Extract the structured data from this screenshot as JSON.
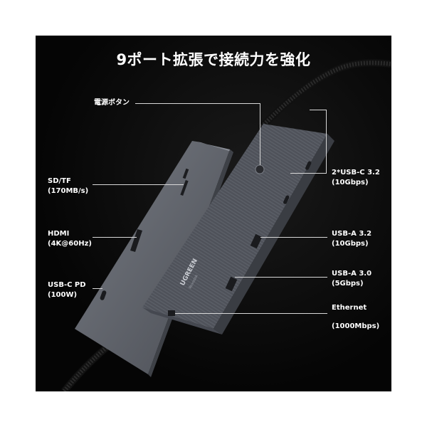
{
  "title": "9ポート拡張で接続力を強化",
  "brand": {
    "logo_text": "UGREEN",
    "sub_text": "Revodok"
  },
  "labels": {
    "power_button": "電源ボタン",
    "sd_tf": "SD/TF",
    "sd_tf_speed": "(170MB/s)",
    "hdmi": "HDMI",
    "hdmi_spec": "(4K@60Hz)",
    "usb_c_pd": "USB-C PD",
    "usb_c_pd_power": "(100W)",
    "usb_c_32": "2*USB-C 3.2",
    "usb_c_32_speed": "(10Gbps)",
    "usb_a_32": "USB-A 3.2",
    "usb_a_32_speed": "(10Gbps)",
    "usb_a_30": "USB-A 3.0",
    "usb_a_30_speed": "(5Gbps)",
    "ethernet": "Ethernet",
    "ethernet_speed": "(1000Mbps)"
  },
  "colors": {
    "background": "#0a0a0a",
    "device_body": "#5d6169",
    "device_top": "#6b7078",
    "text": "#ffffff"
  }
}
